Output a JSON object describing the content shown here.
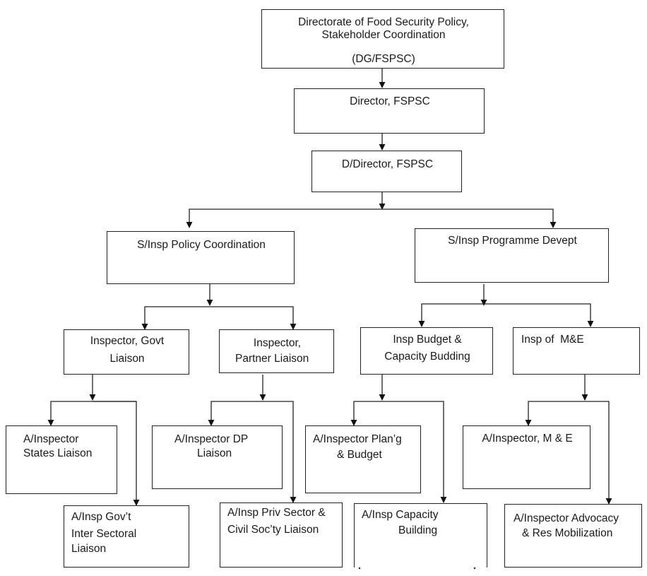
{
  "nodes": {
    "dg": {
      "line1": "Directorate of Food Security Policy,",
      "line2": "Stakeholder Coordination",
      "line3": "(DG/FSPSC)"
    },
    "director": {
      "line1": "Director, FSPSC"
    },
    "ddirector": {
      "line1": "D/Director, FSPSC"
    },
    "sinsp_policy": {
      "line1": "S/Insp Policy Coordination"
    },
    "sinsp_prog": {
      "line1": "S/Insp Programme Devept"
    },
    "insp_govt": {
      "line1": "Inspector, Govt",
      "line2": "Liaison"
    },
    "insp_partner": {
      "line1": "Inspector,",
      "line2": "Partner Liaison"
    },
    "insp_budget": {
      "line1": "Insp Budget &",
      "line2": "Capacity Budding"
    },
    "insp_me": {
      "line1": "Insp of  M&E"
    },
    "ai_states": {
      "line1": "A/Inspector",
      "line2": "States Liaison"
    },
    "ai_gov_inter": {
      "line1": "A/Insp Gov’t",
      "line2": "Inter Sectoral",
      "line3": "Liaison"
    },
    "ai_dp": {
      "line1": "A/Inspector DP",
      "line2": "Liaison"
    },
    "ai_priv": {
      "line1": "A/Insp Priv Sector &",
      "line2": "Civil Soc’ty Liaison"
    },
    "ai_plan": {
      "line1": "A/Inspector Plan’g",
      "line2": "& Budget"
    },
    "ai_cap": {
      "line1": "A/Insp Capacity",
      "line2": "Building"
    },
    "ai_me": {
      "line1": "A/Inspector, M & E"
    },
    "ai_adv": {
      "line1": "A/Inspector Advocacy",
      "line2": "& Res Mobilization"
    }
  }
}
